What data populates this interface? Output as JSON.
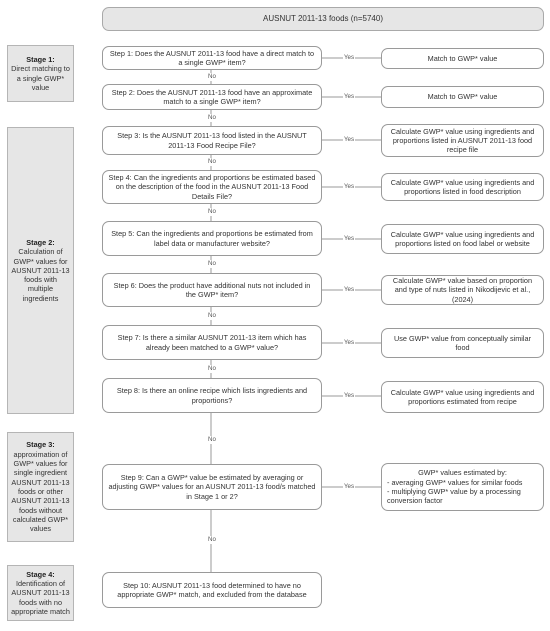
{
  "top": {
    "label": "AUSNUT 2011-13 foods (n=5740)"
  },
  "stages": [
    {
      "title": "Stage 1:",
      "desc": "Direct matching to a single GWP* value"
    },
    {
      "title": "Stage 2:",
      "desc": "Calculation of GWP* values for AUSNUT 2011-13 foods with multiple ingredients"
    },
    {
      "title": "Stage 3:",
      "desc": "approximation of GWP* values for single ingredient AUSNUT 2011-13 foods or other AUSNUT 2011-13 foods without calculated GWP* values"
    },
    {
      "title": "Stage 4:",
      "desc": "Identification of AUSNUT 2011-13 foods with no appropriate match"
    }
  ],
  "steps": [
    "Step 1: Does the AUSNUT 2011-13 food have a direct match to a single GWP* item?",
    "Step 2: Does the AUSNUT 2011-13 food have an approximate match to a single GWP* item?",
    "Step 3: Is the AUSNUT 2011-13 food listed in the AUSNUT 2011-13 Food Recipe File?",
    "Step 4: Can the ingredients and proportions be estimated based on the description of the food in the AUSNUT 2011-13 Food Details File?",
    "Step 5: Can the ingredients and proportions be estimated from label data or manufacturer website?",
    "Step 6: Does the product have additional nuts not included in the GWP* item?",
    "Step 7: Is there a similar AUSNUT 2011-13 item which has already been matched to a GWP* value?",
    "Step 8: Is there an online recipe which lists ingredients and proportions?",
    "Step 9: Can a GWP* value be estimated by averaging or adjusting GWP* values for an AUSNUT 2011-13 food/s matched in Stage 1 or 2?",
    "Step 10: AUSNUT 2011-13 food determined to have no appropriate GWP* match, and excluded from the database"
  ],
  "outcomes": [
    "Match to GWP* value",
    "Match to GWP* value",
    "Calculate GWP* value using ingredients and proportions listed in AUSNUT 2011-13 food recipe file",
    "Calculate GWP* value using ingredients and proportions listed in food description",
    "Calculate GWP* value using ingredients and proportions listed on food label or website",
    "Calculate GWP* value based on proportion and type of nuts listed in Nikodijevic et al., (2024)",
    "Use GWP* value from conceptually similar food",
    "Calculate GWP* value using ingredients and proportions estimated from recipe"
  ],
  "outcome9": {
    "title": "GWP* values estimated by:",
    "items": [
      "- averaging GWP* values for similar foods",
      "- multiplying GWP* value by a processing conversion factor"
    ]
  },
  "labels": {
    "yes": "Yes",
    "no": "No"
  }
}
